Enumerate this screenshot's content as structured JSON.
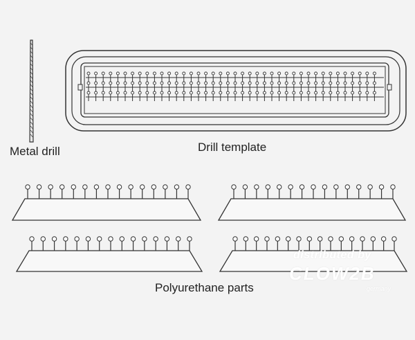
{
  "labels": {
    "metal_drill": "Metal drill",
    "drill_template": "Drill template",
    "polyurethane_parts": "Polyurethane parts"
  },
  "watermark": {
    "line1": "distributed by",
    "line2": "CLOW2B",
    "line3": "germany"
  },
  "colors": {
    "background": "#f3f3f3",
    "stroke": "#333333",
    "watermark": "#ffffff"
  }
}
